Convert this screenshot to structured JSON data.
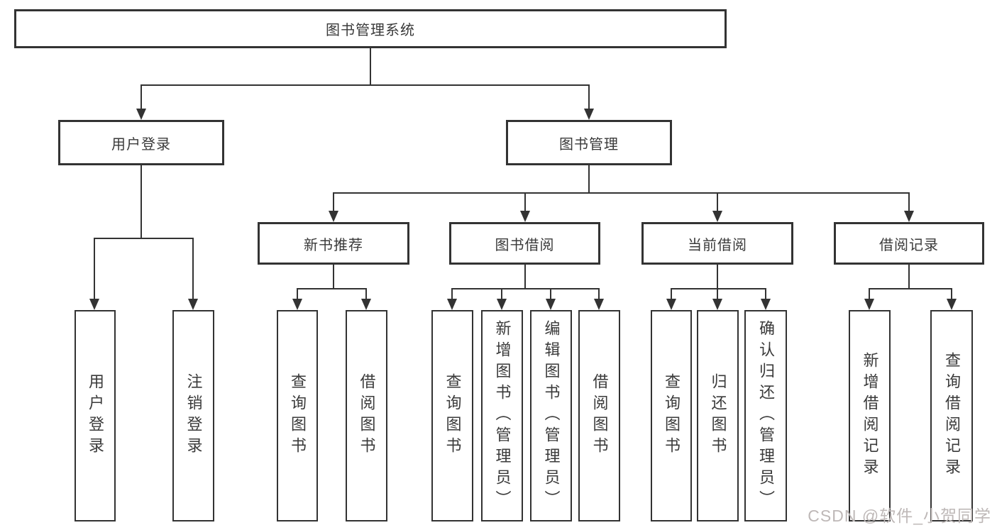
{
  "colors": {
    "line": "#333333",
    "box_border": "#333333",
    "text": "#3a3a3a",
    "background": "#ffffff",
    "watermark": "#beb8b7"
  },
  "watermark": {
    "text": "CSDN @软件_小贺同学"
  },
  "tree": {
    "root": "图书管理系统",
    "branches": [
      {
        "label": "用户登录",
        "leaves": [
          "用户登录",
          "注销登录"
        ]
      },
      {
        "label": "图书管理",
        "children": [
          {
            "label": "新书推荐",
            "leaves": [
              "查询图书",
              "借阅图书"
            ]
          },
          {
            "label": "图书借阅",
            "leaves": [
              "查询图书",
              "新增图书（管理员）",
              "编辑图书（管理员）",
              "借阅图书"
            ]
          },
          {
            "label": "当前借阅",
            "leaves": [
              "查询图书",
              "归还图书",
              "确认归还（管理员）"
            ]
          },
          {
            "label": "借阅记录",
            "leaves": [
              "新增借阅记录",
              "查询借阅记录"
            ]
          }
        ]
      }
    ]
  }
}
